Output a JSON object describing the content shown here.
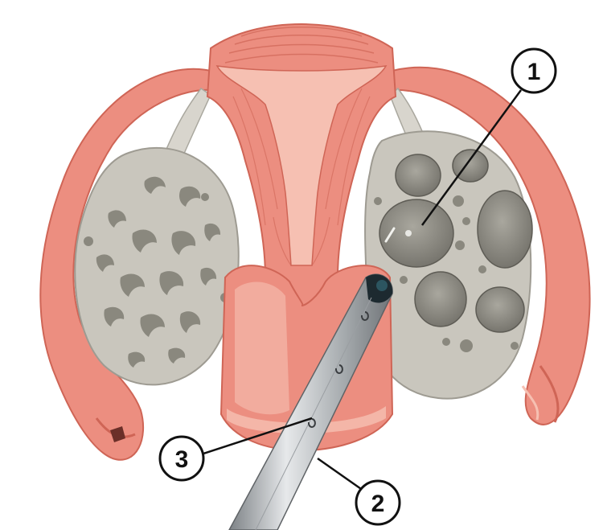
{
  "labels": [
    {
      "id": "1",
      "text": "1"
    },
    {
      "id": "2",
      "text": "2"
    },
    {
      "id": "3",
      "text": "3"
    }
  ],
  "colors": {
    "tissue": "#ec8e80",
    "tissue_light": "#f6c0b2",
    "tissue_dark": "#cf6556",
    "ovary_gray": "#c9c6bd",
    "follicle_dark": "#8a887e",
    "probe": "#b8bcbf"
  }
}
